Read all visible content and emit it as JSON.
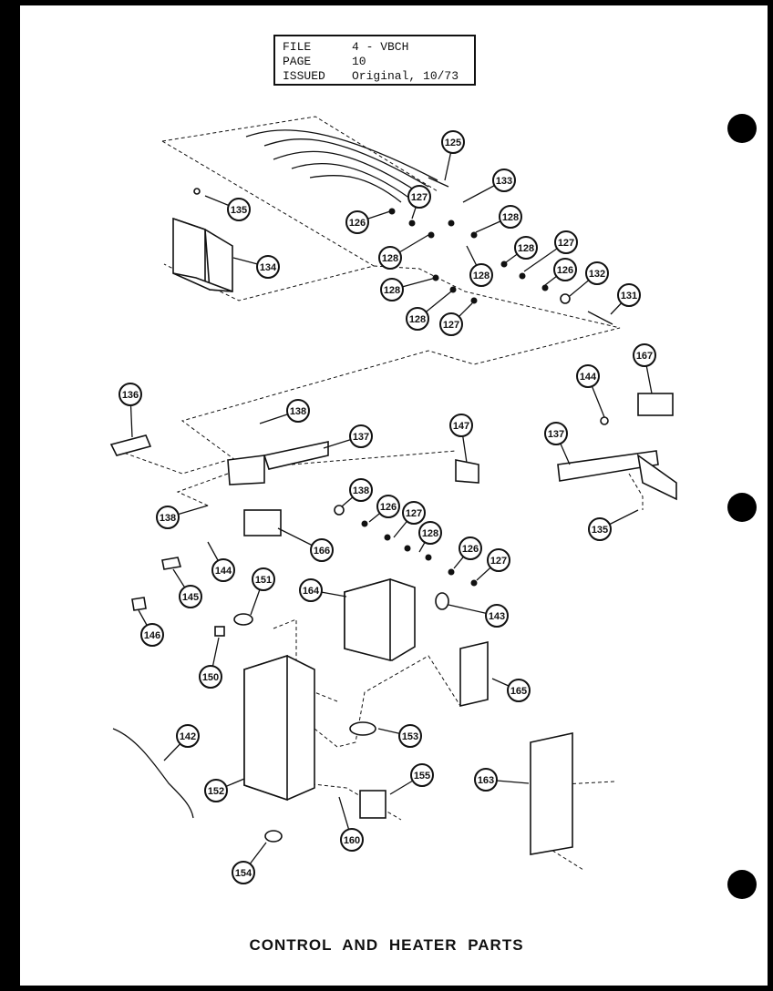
{
  "header": {
    "file_label": "FILE",
    "file_value": "4 - VBCH",
    "page_label": "PAGE",
    "page_value": "10",
    "issued_label": "ISSUED",
    "issued_value": "Original, 10/73"
  },
  "caption": "CONTROL AND HEATER PARTS",
  "callouts": [
    "125",
    "133",
    "135",
    "127",
    "128",
    "126",
    "134",
    "128",
    "128",
    "127",
    "128",
    "126",
    "132",
    "131",
    "128",
    "128",
    "127",
    "136",
    "138",
    "137",
    "147",
    "144",
    "167",
    "137",
    "138",
    "138",
    "126",
    "127",
    "128",
    "126",
    "127",
    "135",
    "166",
    "144",
    "145",
    "146",
    "151",
    "164",
    "143",
    "150",
    "165",
    "142",
    "153",
    "155",
    "163",
    "152",
    "160",
    "154"
  ]
}
